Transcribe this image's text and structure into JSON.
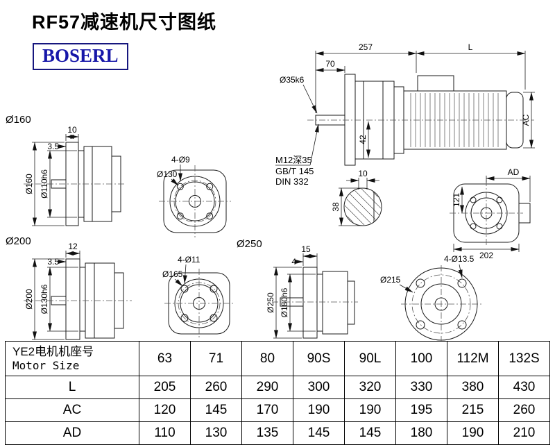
{
  "header": {
    "title": "RF57减速机尺寸图纸",
    "logo_text": "BOSERL"
  },
  "drawings": {
    "flange160_side": {
      "label": "Ø160",
      "dim_width": "10",
      "dim_step": "3.5",
      "dim_outer": "Ø160",
      "dim_spigot": "Ø110h6"
    },
    "flange160_front": {
      "dim_holes": "4-Ø9",
      "dim_bolt_circle": "Ø130"
    },
    "main_assembly": {
      "dim_length_front": "257",
      "dim_length_motor": "L",
      "dim_shaft_len": "70",
      "dim_shaft_dia": "Ø35k6",
      "dim_42": "42",
      "dim_motor_dia": "AC",
      "note_tap": "M12深35",
      "note_gb": "GB/T 145",
      "note_din": "DIN 332"
    },
    "shaft_section": {
      "dim_key_width": "10",
      "dim_height": "38"
    },
    "motor_end": {
      "dim_ad": "AD",
      "dim_121": "121",
      "dim_202": "202"
    },
    "flange200_side": {
      "label": "Ø200",
      "dim_width": "12",
      "dim_step": "3.5",
      "dim_outer": "Ø200",
      "dim_spigot": "Ø130h6"
    },
    "flange250_front": {
      "label": "Ø250",
      "dim_holes": "4-Ø11",
      "dim_bolt_circle": "Ø165"
    },
    "flange250_side": {
      "dim_width": "15",
      "dim_step": "4",
      "dim_outer": "Ø250",
      "dim_spigot": "Ø180h6"
    },
    "flange215_front": {
      "dim_holes": "4-Ø13.5",
      "dim_bolt_circle": "Ø215"
    }
  },
  "table": {
    "header": {
      "label_line1": "YE2电机机座号",
      "label_line2": "Motor Size",
      "sizes": [
        "63",
        "71",
        "80",
        "90S",
        "90L",
        "100",
        "112M",
        "132S"
      ]
    },
    "rows": [
      {
        "label": "L",
        "values": [
          "205",
          "260",
          "290",
          "300",
          "320",
          "330",
          "380",
          "430"
        ]
      },
      {
        "label": "AC",
        "values": [
          "120",
          "145",
          "170",
          "190",
          "190",
          "195",
          "215",
          "260"
        ]
      },
      {
        "label": "AD",
        "values": [
          "110",
          "130",
          "135",
          "145",
          "145",
          "180",
          "190",
          "210"
        ]
      }
    ]
  }
}
